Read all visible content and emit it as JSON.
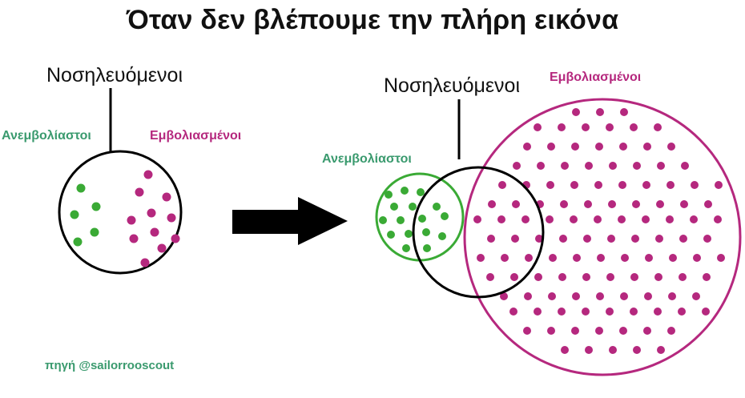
{
  "title": "Όταν δεν βλέπουμε την πλήρη εικόνα",
  "left_panel": {
    "hospitalized_label": "Νοσηλευόμενοι",
    "unvaccinated_label": "Ανεμβολίαστοι",
    "vaccinated_label": "Εμβολιασμένοι"
  },
  "right_panel": {
    "hospitalized_label": "Νοσηλευόμενοι",
    "unvaccinated_label": "Ανεμβολίαστοι",
    "vaccinated_label": "Εμβολιασμένοι"
  },
  "source": "πηγή @sailorrooscout",
  "colors": {
    "unvaccinated": "#3aaa35",
    "unvaccinated_text": "#3a9a6e",
    "vaccinated": "#b5287e",
    "vaccinated_text": "#b5287e",
    "outline": "#000000",
    "arrow": "#000000"
  }
}
